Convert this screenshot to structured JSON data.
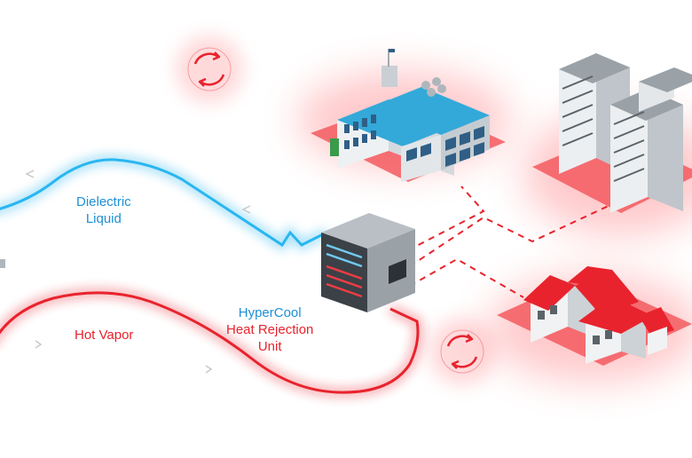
{
  "labels": {
    "dielectric": [
      "Dielectric",
      "Liquid"
    ],
    "hot_vapor": "Hot Vapor",
    "unit": [
      "HyperCool",
      "Heat Rejection",
      "Unit"
    ]
  },
  "colors": {
    "liquid_line": "#29b6f0",
    "vapor_line": "#e8232d",
    "glow_red": "#ff4d52",
    "dashed": "#e8232d",
    "building_roof_blue": "#33a9d9",
    "house_roof_red": "#e8232d"
  },
  "icons": [
    "recycle-arrows-icon",
    "recycle-arrows-icon"
  ]
}
